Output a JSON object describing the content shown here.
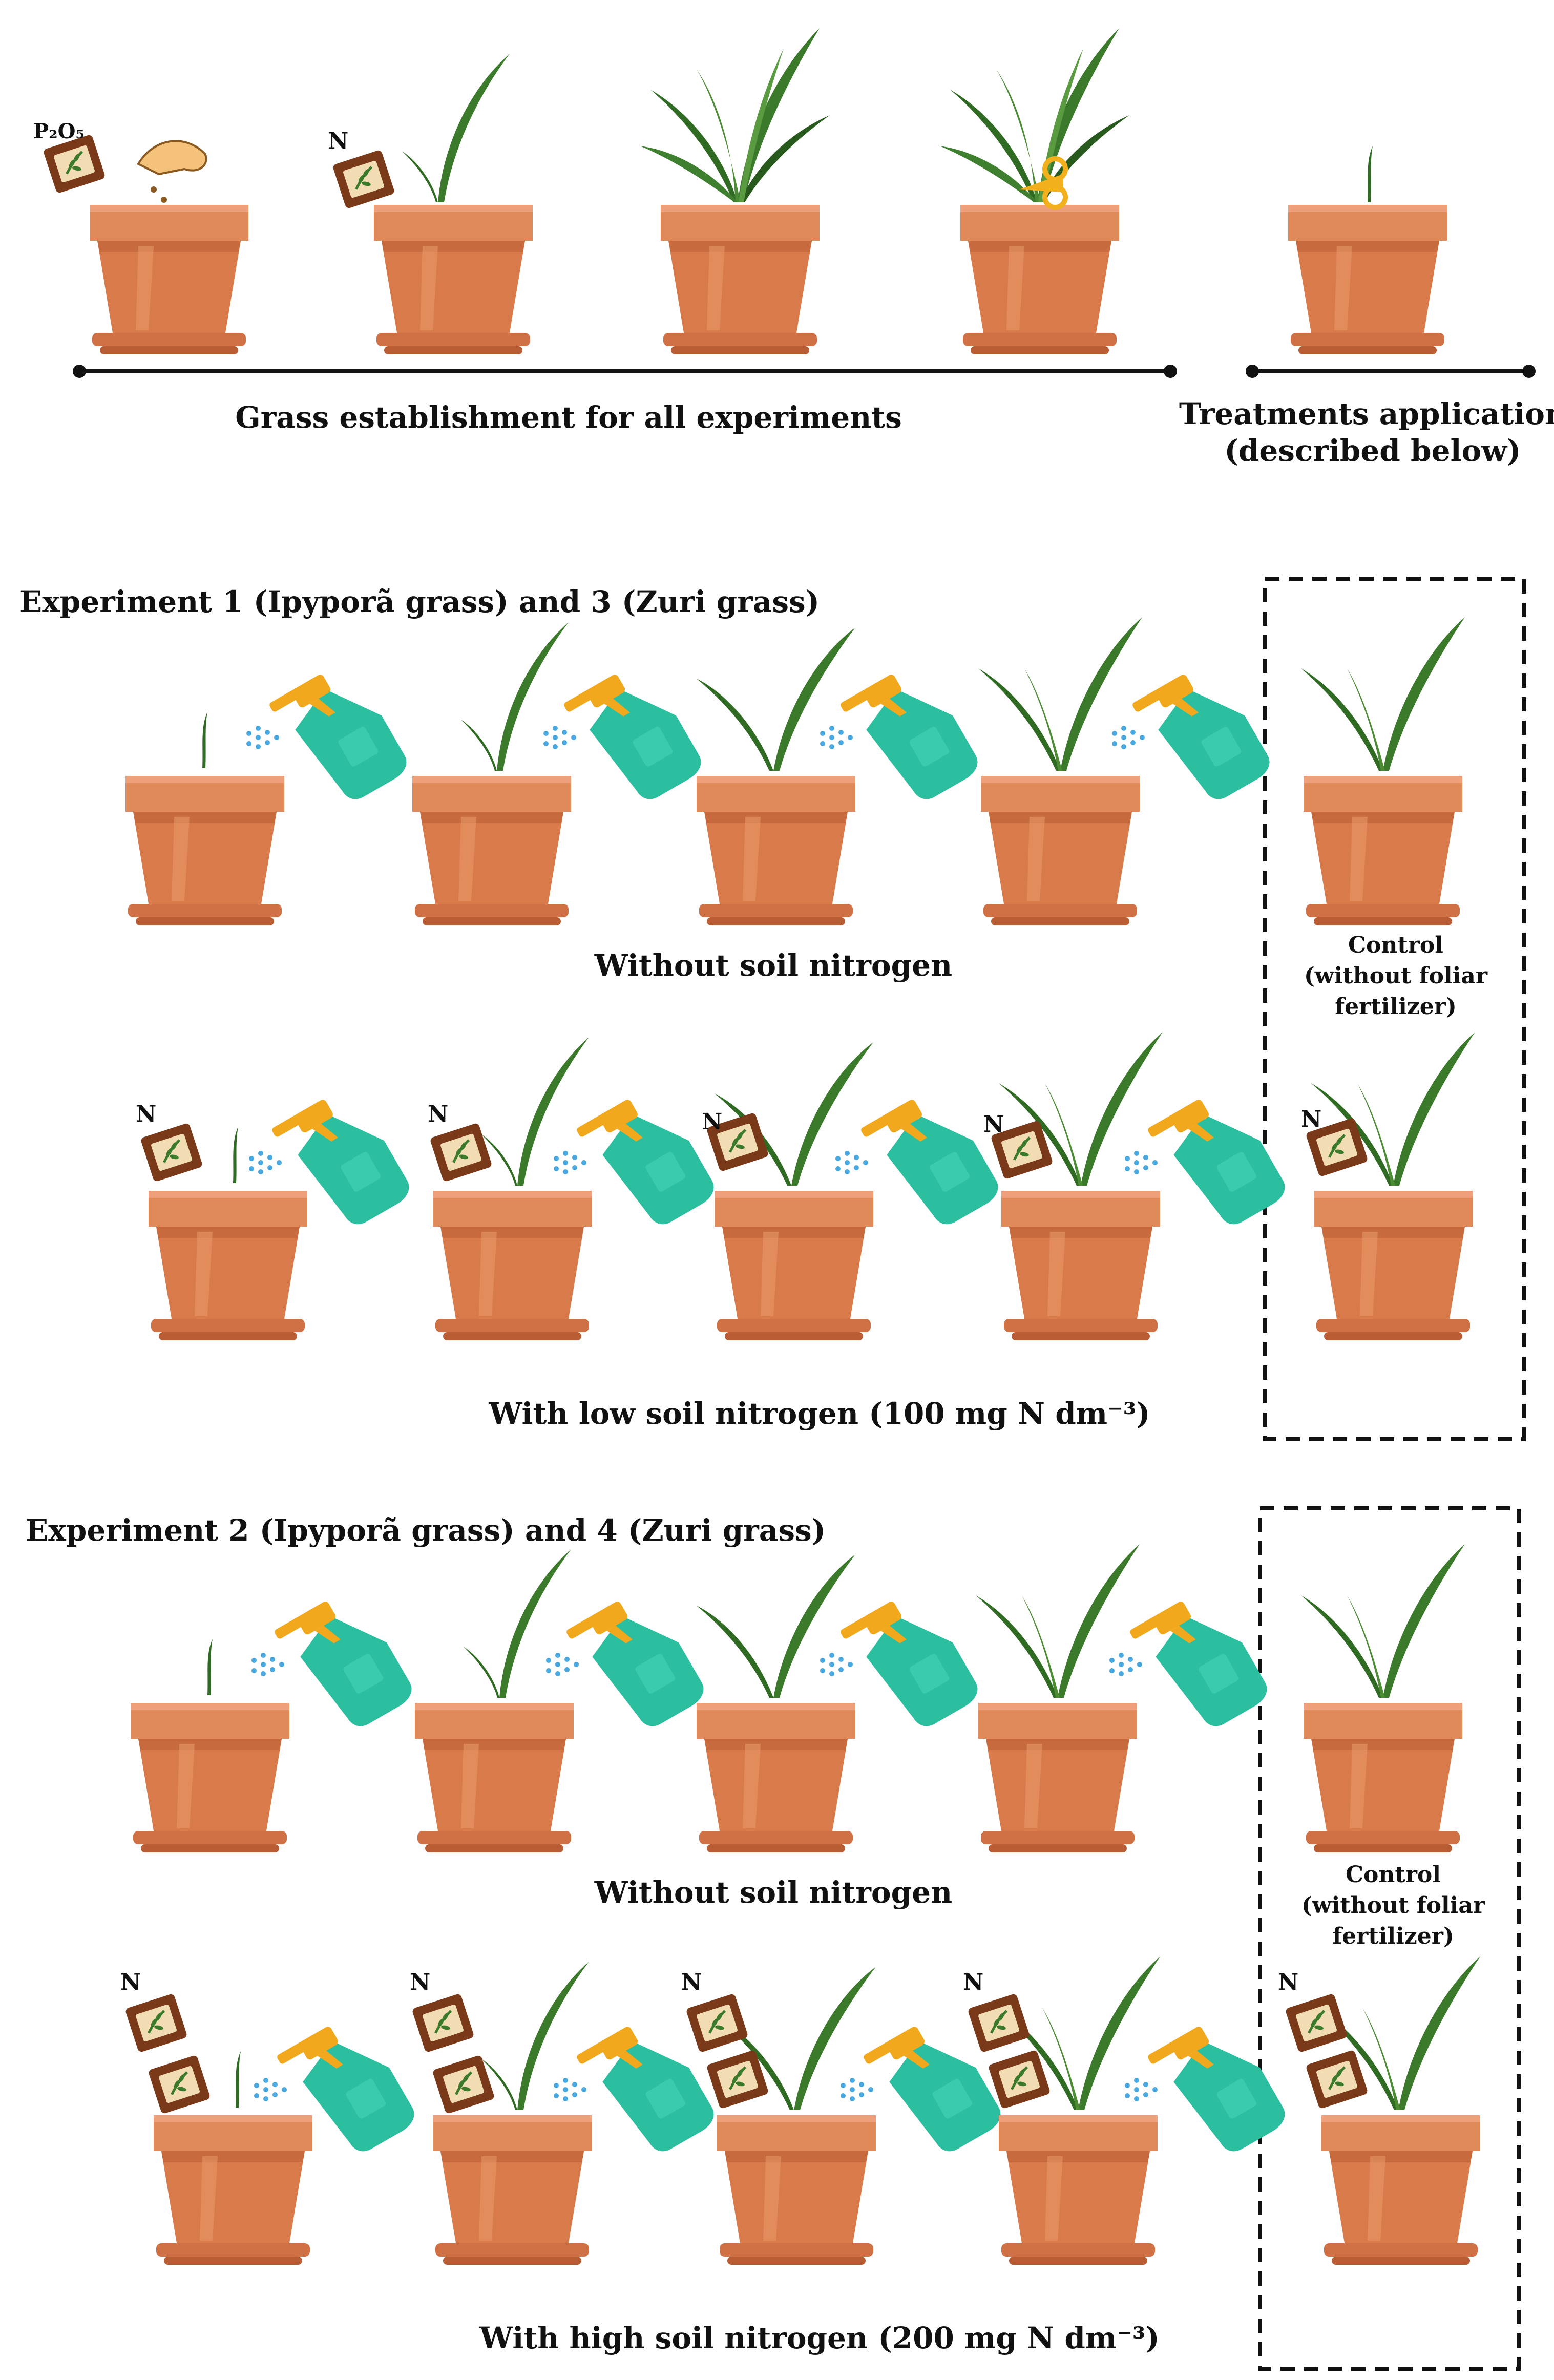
{
  "colors": {
    "pot": "#d97a4a",
    "pot_dark": "#b85c33",
    "pot_rim": "#e08a5a",
    "leaf": "#3a7a2a",
    "leaf_dark": "#275a1c",
    "bag": "#7a3a1a",
    "bag_label": "#f1dcb4",
    "sprayer_body": "#2bbfa0",
    "sprayer_head": "#f2a81d",
    "mist": "#4aa8e0",
    "hand": "#f4c27a",
    "scissors": "#f2b01d",
    "line": "#111111",
    "dash_box": "#111111"
  },
  "top": {
    "p2o5_label": "P₂O₅",
    "n_label": "N",
    "timeline_label": "Grass establishment for all experiments",
    "treatment_label_line1": "Treatments application",
    "treatment_label_line2": "(described below)"
  },
  "exp1": {
    "title": "Experiment 1 (Ipyporã grass) and 3 (Zuri grass)",
    "row1_label": "Without soil nitrogen",
    "row2_label": "With low soil nitrogen (100 mg N dm⁻³)",
    "n_label": "N",
    "control_line1": "Control",
    "control_line2": "(without foliar",
    "control_line3": "fertilizer)"
  },
  "exp2": {
    "title": "Experiment 2 (Ipyporã grass) and 4 (Zuri grass)",
    "row1_label": "Without soil nitrogen",
    "row2_label": "With high soil nitrogen (200 mg N dm⁻³)",
    "n_label": "N",
    "control_line1": "Control",
    "control_line2": "(without foliar",
    "control_line3": "fertilizer)"
  },
  "icons": [
    "flowerpot-icon",
    "grass-icon",
    "fertilizer-bag-icon",
    "sprayer-icon",
    "hand-icon",
    "scissors-icon"
  ]
}
